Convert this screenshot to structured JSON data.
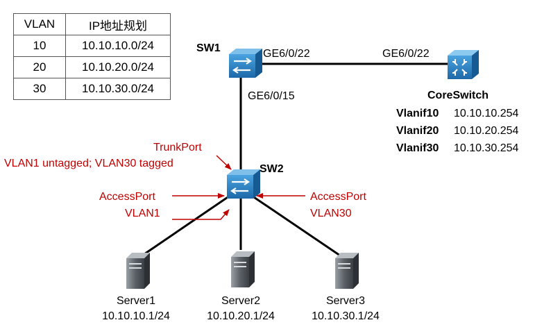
{
  "table": {
    "headers": [
      "VLAN",
      "IP地址规划"
    ],
    "rows": [
      [
        "10",
        "10.10.10.0/24"
      ],
      [
        "20",
        "10.10.20.0/24"
      ],
      [
        "30",
        "10.10.30.0/24"
      ]
    ]
  },
  "devices": {
    "sw1": {
      "label": "SW1",
      "port_right": "GE6/0/22",
      "port_down": "GE6/0/15"
    },
    "core": {
      "label": "CoreSwitch",
      "port_left": "GE6/0/22",
      "vlanifs": [
        {
          "name": "Vlanif10",
          "ip": "10.10.10.254"
        },
        {
          "name": "Vlanif20",
          "ip": "10.10.20.254"
        },
        {
          "name": "Vlanif30",
          "ip": "10.10.30.254"
        }
      ]
    },
    "sw2": {
      "label": "SW2"
    },
    "servers": [
      {
        "name": "Server1",
        "ip": "10.10.10.1/24"
      },
      {
        "name": "Server2",
        "ip": "10.10.20.1/24"
      },
      {
        "name": "Server3",
        "ip": "10.10.30.1/24"
      }
    ]
  },
  "annotations": {
    "trunk": {
      "line1": "TrunkPort",
      "line2": "VLAN1 untagged; VLAN30 tagged"
    },
    "access_left": {
      "line1": "AccessPort",
      "line2": "VLAN1"
    },
    "access_right": {
      "line1": "AccessPort",
      "line2": "VLAN30"
    }
  },
  "colors": {
    "annotation": "#c00000",
    "switch_body": "#2b7fbf",
    "core_body": "#2a88c8"
  }
}
